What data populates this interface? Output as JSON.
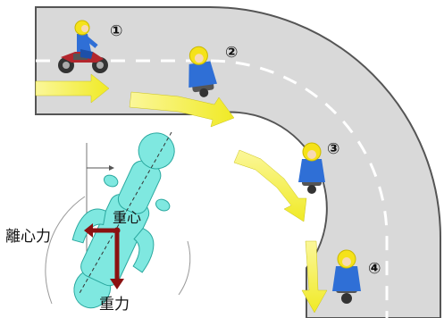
{
  "markers": [
    "①",
    "②",
    "③",
    "④"
  ],
  "labels": {
    "centrifugal_force": "離心力",
    "center_of_gravity": "重心",
    "gravity": "重力"
  },
  "colors": {
    "road": "#d9d9d9",
    "road_edge": "#555555",
    "lane_line": "#ffffff",
    "arrow": "#f2ee35",
    "force_arrow": "#8b1111",
    "silhouette": "#7fe8e0",
    "rider_jacket": "#2f6fd6",
    "helmet": "#f5e21a"
  }
}
